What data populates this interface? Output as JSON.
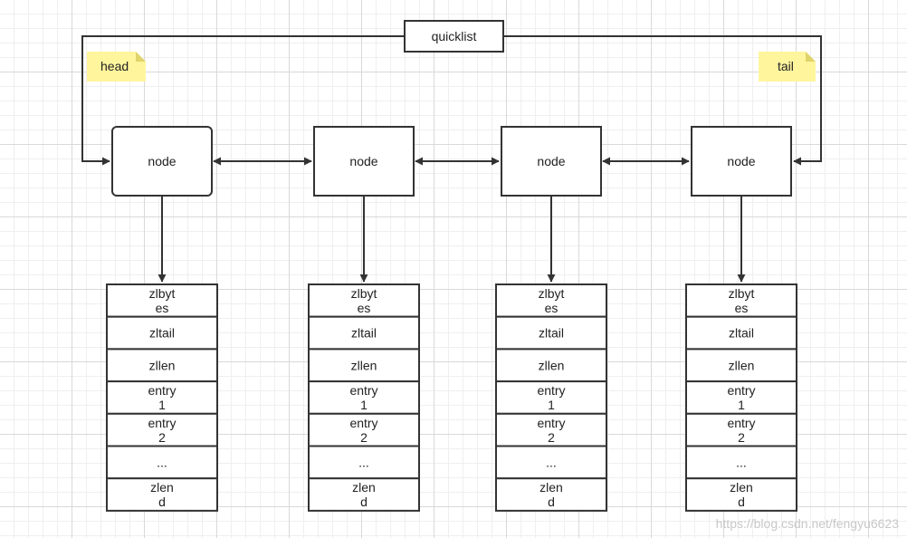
{
  "title": "quicklist",
  "pointers": {
    "head": "head",
    "tail": "tail"
  },
  "nodes": [
    {
      "label": "node",
      "cells": [
        [
          "zlbyt",
          "es"
        ],
        [
          "zltail"
        ],
        [
          "zllen"
        ],
        [
          "entry",
          "1"
        ],
        [
          "entry",
          "2"
        ],
        [
          "..."
        ],
        [
          "zlen",
          "d"
        ]
      ]
    },
    {
      "label": "node",
      "cells": [
        [
          "zlbyt",
          "es"
        ],
        [
          "zltail"
        ],
        [
          "zllen"
        ],
        [
          "entry",
          "1"
        ],
        [
          "entry",
          "2"
        ],
        [
          "..."
        ],
        [
          "zlen",
          "d"
        ]
      ]
    },
    {
      "label": "node",
      "cells": [
        [
          "zlbyt",
          "es"
        ],
        [
          "zltail"
        ],
        [
          "zllen"
        ],
        [
          "entry",
          "1"
        ],
        [
          "entry",
          "2"
        ],
        [
          "..."
        ],
        [
          "zlen",
          "d"
        ]
      ]
    },
    {
      "label": "node",
      "cells": [
        [
          "zlbyt",
          "es"
        ],
        [
          "zltail"
        ],
        [
          "zllen"
        ],
        [
          "entry",
          "1"
        ],
        [
          "entry",
          "2"
        ],
        [
          "..."
        ],
        [
          "zlen",
          "d"
        ]
      ]
    }
  ],
  "watermark": "https://blog.csdn.net/fengyu6623",
  "colors": {
    "stroke": "#333333",
    "note_fill": "#fff59d",
    "text": "#222222"
  }
}
